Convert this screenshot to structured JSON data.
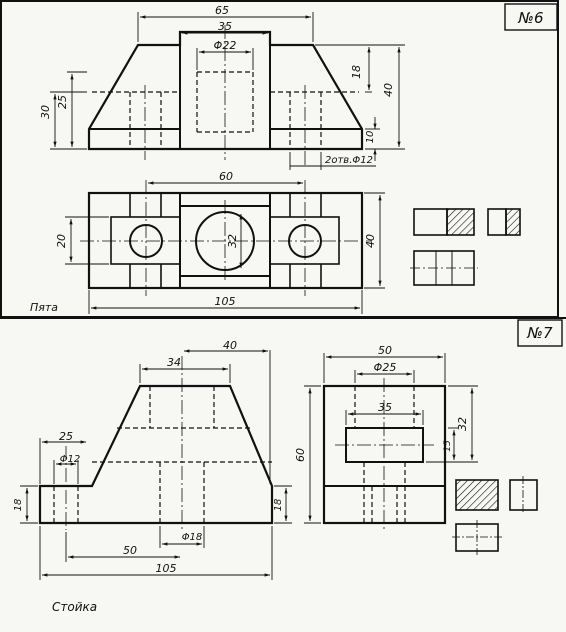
{
  "panels": [
    {
      "number": "№6",
      "title": "Пята",
      "dims": {
        "overall_width_top": "65",
        "boss_width": "35",
        "bore_dia": "Φ22",
        "upper_step": "18",
        "overall_height": "40",
        "base_thickness": "10",
        "total_height_left": "30",
        "inner_height": "25",
        "holes_note": "2отв.Φ12",
        "hole_spacing": "60",
        "plan_width": "40",
        "plan_inner": "20",
        "center_dia": "32",
        "overall_length": "105"
      }
    },
    {
      "number": "№7",
      "title": "Стойка",
      "dims": {
        "top_width": "34",
        "top_offset": "40",
        "side_width": "50",
        "slot_dia": "Φ25",
        "slot_width": "35",
        "side_top": "32",
        "side_step": "15",
        "side_height": "60",
        "left_offset": "25",
        "hole_dia": "Φ12",
        "base_left": "18",
        "base_right": "18",
        "base_half": "50",
        "bore_dia": "Φ18",
        "overall_length": "105"
      }
    }
  ],
  "colors": {
    "ink": "#111111",
    "paper": "#f7f7f4"
  }
}
